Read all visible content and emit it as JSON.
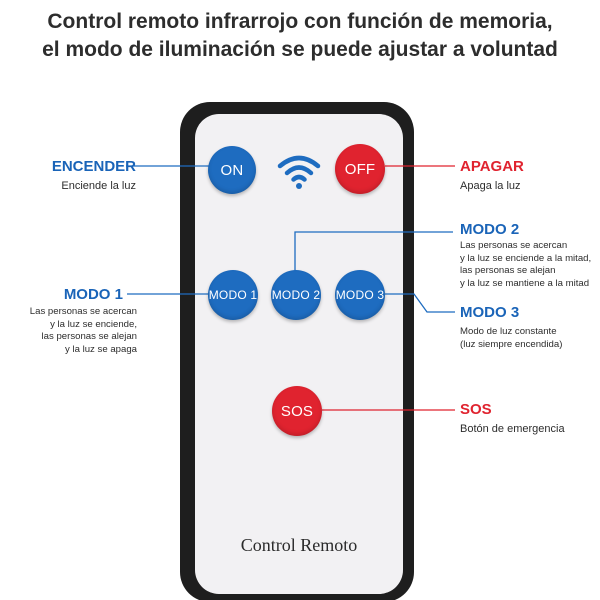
{
  "title": {
    "line1": "Control remoto infrarrojo con función de memoria,",
    "line2": "el modo de iluminación se puede ajustar a voluntad"
  },
  "remote": {
    "label": "Control Remoto",
    "icon": "wifi-signal-icon"
  },
  "buttons": {
    "on": "ON",
    "off": "OFF",
    "mode1": "MODO 1",
    "mode2": "MODO 2",
    "mode3": "MODO 3",
    "sos": "SOS"
  },
  "callouts": {
    "encender": {
      "title": "ENCENDER",
      "desc": "Enciende la luz"
    },
    "apagar": {
      "title": "APAGAR",
      "desc": "Apaga la luz"
    },
    "modo1": {
      "title": "MODO 1",
      "lines": [
        "Las personas se acercan",
        "y la luz se enciende,",
        "las personas se alejan",
        "y la luz se apaga"
      ]
    },
    "modo2": {
      "title": "MODO 2",
      "lines": [
        "Las personas se acercan",
        "y la luz se enciende a la mitad,",
        "las personas se alejan",
        "y la luz se mantiene a la mitad"
      ]
    },
    "modo3": {
      "title": "MODO 3",
      "lines": [
        "Modo de luz constante",
        "(luz siempre encendida)"
      ]
    },
    "sos": {
      "title": "SOS",
      "desc": "Botón de emergencia"
    }
  },
  "colors": {
    "blue": "#1e6cc0",
    "red": "#e0232f",
    "remote_body": "#1e1e1e",
    "remote_face": "#f2f1f3"
  }
}
